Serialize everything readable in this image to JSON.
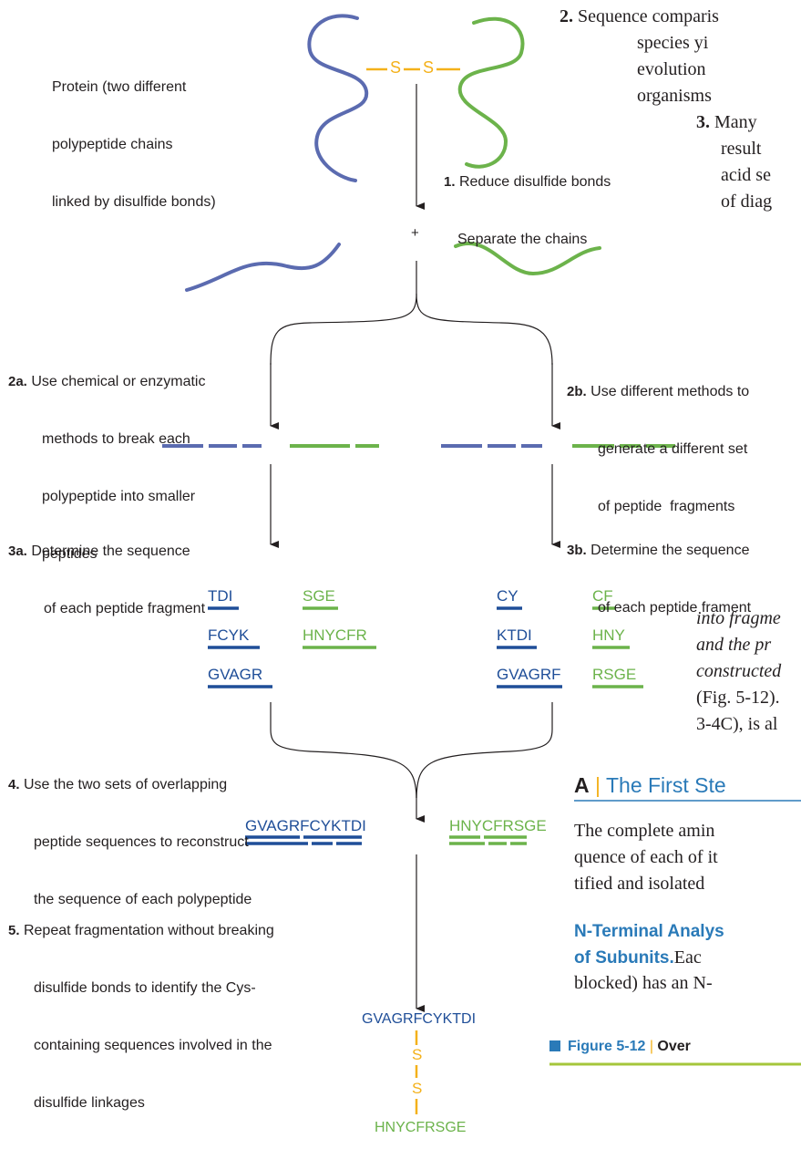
{
  "colors": {
    "blue": "#1f4e98",
    "chain_blue": "#5b6bb0",
    "green": "#6cb34b",
    "yellow": "#f4b11a",
    "heading_blue": "#2a7ab8",
    "rule": "#2a7ab8",
    "caption_square": "#2a7ab8"
  },
  "diagram": {
    "protein_label": [
      "Protein (two different",
      "polypeptide chains",
      "linked by disulfide bonds)"
    ],
    "sulfur_label": "S",
    "plus": "+",
    "steps": {
      "s1": {
        "num": "1.",
        "lines": [
          "Reduce disulfide bonds",
          "Separate the chains"
        ]
      },
      "s2a": {
        "num": "2a.",
        "lines": [
          "Use chemical or enzymatic",
          "methods to break each",
          "polypeptide into smaller",
          "peptides"
        ]
      },
      "s2b": {
        "num": "2b.",
        "lines": [
          "Use different methods to",
          "generate a different set",
          "of peptide  fragments"
        ]
      },
      "s3a": {
        "num": "3a.",
        "lines": [
          "Determine the sequence",
          "of each peptide fragment"
        ]
      },
      "s3b": {
        "num": "3b.",
        "lines": [
          "Determine the sequence",
          "of each peptide frament"
        ]
      },
      "s4": {
        "num": "4.",
        "lines": [
          "Use the two sets of overlapping",
          "peptide sequences to reconstruct",
          "the sequence of each polypeptide"
        ]
      },
      "s5": {
        "num": "5.",
        "lines": [
          "Repeat fragmentation without breaking",
          "disulfide bonds to identify the Cys-",
          "containing sequences involved in the",
          "disulfide linkages"
        ]
      }
    },
    "fragments_a_blue": [
      "TDI",
      "FCYK",
      "GVAGR"
    ],
    "fragments_a_green": [
      "SGE",
      "HNYCFR"
    ],
    "fragments_b_blue": [
      "CY",
      "KTDI",
      "GVAGRF"
    ],
    "fragments_b_green": [
      "CF",
      "HNY",
      "RSGE"
    ],
    "reconstructed_blue": "GVAGRFCYKTDI",
    "reconstructed_green": "HNYCFRSGE",
    "final_blue": "GVAGRFCYKTDI",
    "final_green": "HNYCFRSGE",
    "final_s1": "S",
    "final_s2": "S"
  },
  "text": {
    "item2": {
      "num": "2.",
      "lines": [
        "Sequence comparis",
        "species yi",
        "evolution",
        "organisms"
      ]
    },
    "item3": {
      "num": "3.",
      "lines": [
        "Many",
        "result",
        "acid se",
        "of diag"
      ]
    },
    "italic_lines": [
      "into fragme",
      "and the pr",
      "constructed"
    ],
    "plain_lines": [
      "(Fig. 5-12).",
      "3-4C), is al"
    ],
    "section_letter": "A",
    "section_bar": "|",
    "section_title": "The First Ste",
    "para_lines": [
      "The complete amin",
      "quence of each of it",
      "tified and isolated"
    ],
    "nterm_lines": [
      "N-Terminal Analys",
      "of Subunits."
    ],
    "nterm_rest": [
      "Eac",
      "blocked) has an N-"
    ],
    "figure_label": "Figure 5-12",
    "figure_bar": "|",
    "figure_title": "Over"
  }
}
